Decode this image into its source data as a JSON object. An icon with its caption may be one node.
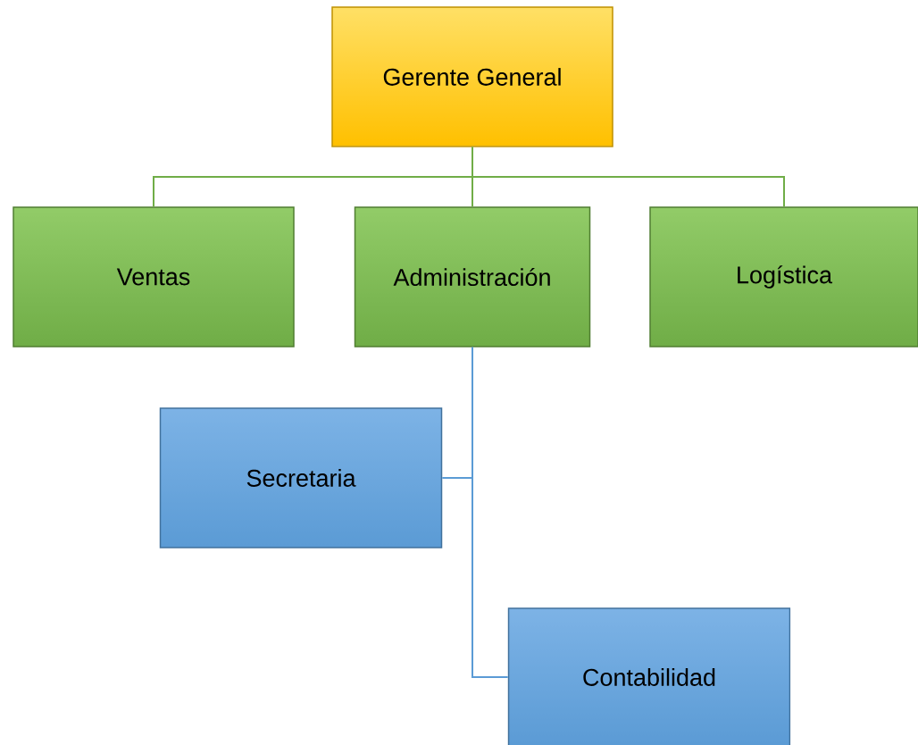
{
  "diagram": {
    "nodes": [
      {
        "text": [
          "Gerente General"
        ]
      },
      {
        "text": [
          "Ventas"
        ]
      },
      {
        "text": [
          "Administración"
        ]
      },
      {
        "text": [
          "Logística"
        ]
      },
      {
        "text": [
          "Secretaria"
        ]
      },
      {
        "text": [
          "Contabilidad"
        ]
      }
    ],
    "edges": [
      {
        "from": 0,
        "to": 1,
        "arrow": "none"
      },
      {
        "from": 0,
        "to": 2,
        "arrow": "none"
      },
      {
        "from": 0,
        "to": 3,
        "arrow": "none"
      },
      {
        "from": 2,
        "to": 4,
        "arrow": "none",
        "color": "#5b9bd5"
      },
      {
        "from": 2,
        "to": 5,
        "arrow": "none",
        "color": "#5b9bd5"
      }
    ]
  }
}
